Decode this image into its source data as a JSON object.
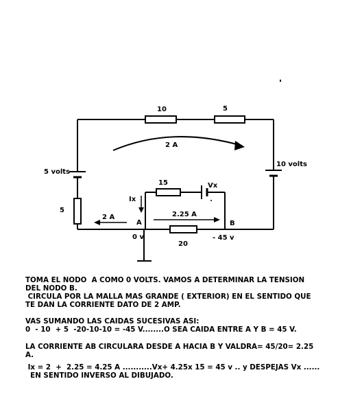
{
  "circuit": {
    "r_top_left": "10",
    "r_top_right": "5",
    "loop_current": "2 A",
    "source_left": "5 volts",
    "source_right": "10 volts",
    "r_left": "5",
    "r_branch_top": "15",
    "source_branch": "Vx",
    "ix": "Ix",
    "i_left": "2 A",
    "node_a": "A",
    "node_b": "B",
    "i_ab": "2.25 A",
    "v_a": "0 v",
    "v_b": "- 45 v",
    "r_ab": "20"
  },
  "text": {
    "line1": "TOMA EL NODO  A COMO 0 VOLTS. VAMOS A DETERMINAR LA TENSION",
    "line2": "DEL NODO B.",
    "line3": " CIRCULA POR LA MALLA MAS GRANDE ( EXTERIOR) EN EL SENTIDO QUE",
    "line4": "TE DAN LA CORRIENTE DATO DE 2 AMP.",
    "line5": "VAS SUMANDO LAS CAIDAS SUCESIVAS ASI:",
    "line6": "0  - 10  + 5  -20-10-10 = -45 V........O SEA CAIDA ENTRE A Y B = 45 V.",
    "line7": "LA CORRIENTE AB CIRCULARA DESDE A HACIA B Y VALDRA= 45/20= 2.25",
    "line8": "A.",
    "line9": " Ix = 2  +  2.25 = 4.25 A ...........Vx+ 4.25x 15 = 45 v .. y DESPEJAS Vx ......",
    "line10": "  EN SENTIDO INVERSO AL DIBUJADO."
  }
}
